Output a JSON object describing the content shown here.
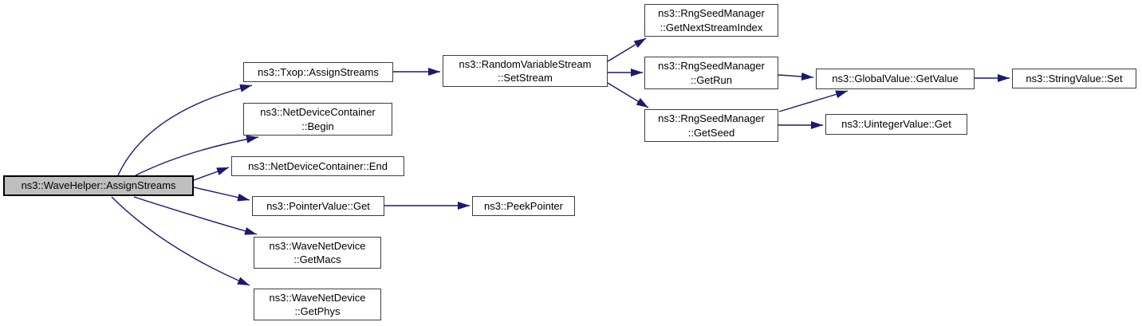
{
  "diagram": {
    "kind": "doxygen-call-graph",
    "root_function": "ns3::WaveHelper::AssignStreams",
    "background_color": "#ffffff",
    "edge_color": "#191970",
    "node_fill": "#ffffff",
    "node_border_color": "#3d3d3d",
    "highlight_node_fill": "#bfbfbf",
    "highlight_node_border": "#000000"
  },
  "nodes": [
    {
      "id": "wavehelper-assignstreams",
      "label": "ns3::WaveHelper::AssignStreams",
      "highlighted": true
    },
    {
      "id": "txop-assignstreams",
      "label": "ns3::Txop::AssignStreams",
      "highlighted": false
    },
    {
      "id": "netdevicecontainer-begin",
      "label": "ns3::NetDeviceContainer\n::Begin",
      "highlighted": false
    },
    {
      "id": "netdevicecontainer-end",
      "label": "ns3::NetDeviceContainer::End",
      "highlighted": false
    },
    {
      "id": "pointervalue-get",
      "label": "ns3::PointerValue::Get",
      "highlighted": false
    },
    {
      "id": "wavenetdevice-getmacs",
      "label": "ns3::WaveNetDevice\n::GetMacs",
      "highlighted": false
    },
    {
      "id": "wavenetdevice-getphys",
      "label": "ns3::WaveNetDevice\n::GetPhys",
      "highlighted": false
    },
    {
      "id": "randomvariablestream-setstream",
      "label": "ns3::RandomVariableStream\n::SetStream",
      "highlighted": false
    },
    {
      "id": "rngseedmanager-getnextstreamindex",
      "label": "ns3::RngSeedManager\n::GetNextStreamIndex",
      "highlighted": false
    },
    {
      "id": "rngseedmanager-getrun",
      "label": "ns3::RngSeedManager\n::GetRun",
      "highlighted": false
    },
    {
      "id": "rngseedmanager-getseed",
      "label": "ns3::RngSeedManager\n::GetSeed",
      "highlighted": false
    },
    {
      "id": "globalvalue-getvalue",
      "label": "ns3::GlobalValue::GetValue",
      "highlighted": false
    },
    {
      "id": "stringvalue-set",
      "label": "ns3::StringValue::Set",
      "highlighted": false
    },
    {
      "id": "uintegervalue-get",
      "label": "ns3::UintegerValue::Get",
      "highlighted": false
    },
    {
      "id": "peekpointer",
      "label": "ns3::PeekPointer",
      "highlighted": false
    }
  ],
  "edges": [
    {
      "from": "wavehelper-assignstreams",
      "to": "txop-assignstreams"
    },
    {
      "from": "wavehelper-assignstreams",
      "to": "netdevicecontainer-begin"
    },
    {
      "from": "wavehelper-assignstreams",
      "to": "netdevicecontainer-end"
    },
    {
      "from": "wavehelper-assignstreams",
      "to": "pointervalue-get"
    },
    {
      "from": "wavehelper-assignstreams",
      "to": "wavenetdevice-getmacs"
    },
    {
      "from": "wavehelper-assignstreams",
      "to": "wavenetdevice-getphys"
    },
    {
      "from": "txop-assignstreams",
      "to": "randomvariablestream-setstream"
    },
    {
      "from": "randomvariablestream-setstream",
      "to": "rngseedmanager-getnextstreamindex"
    },
    {
      "from": "randomvariablestream-setstream",
      "to": "rngseedmanager-getrun"
    },
    {
      "from": "randomvariablestream-setstream",
      "to": "rngseedmanager-getseed"
    },
    {
      "from": "rngseedmanager-getrun",
      "to": "globalvalue-getvalue"
    },
    {
      "from": "rngseedmanager-getseed",
      "to": "globalvalue-getvalue"
    },
    {
      "from": "rngseedmanager-getseed",
      "to": "uintegervalue-get"
    },
    {
      "from": "globalvalue-getvalue",
      "to": "stringvalue-set"
    },
    {
      "from": "pointervalue-get",
      "to": "peekpointer"
    }
  ]
}
